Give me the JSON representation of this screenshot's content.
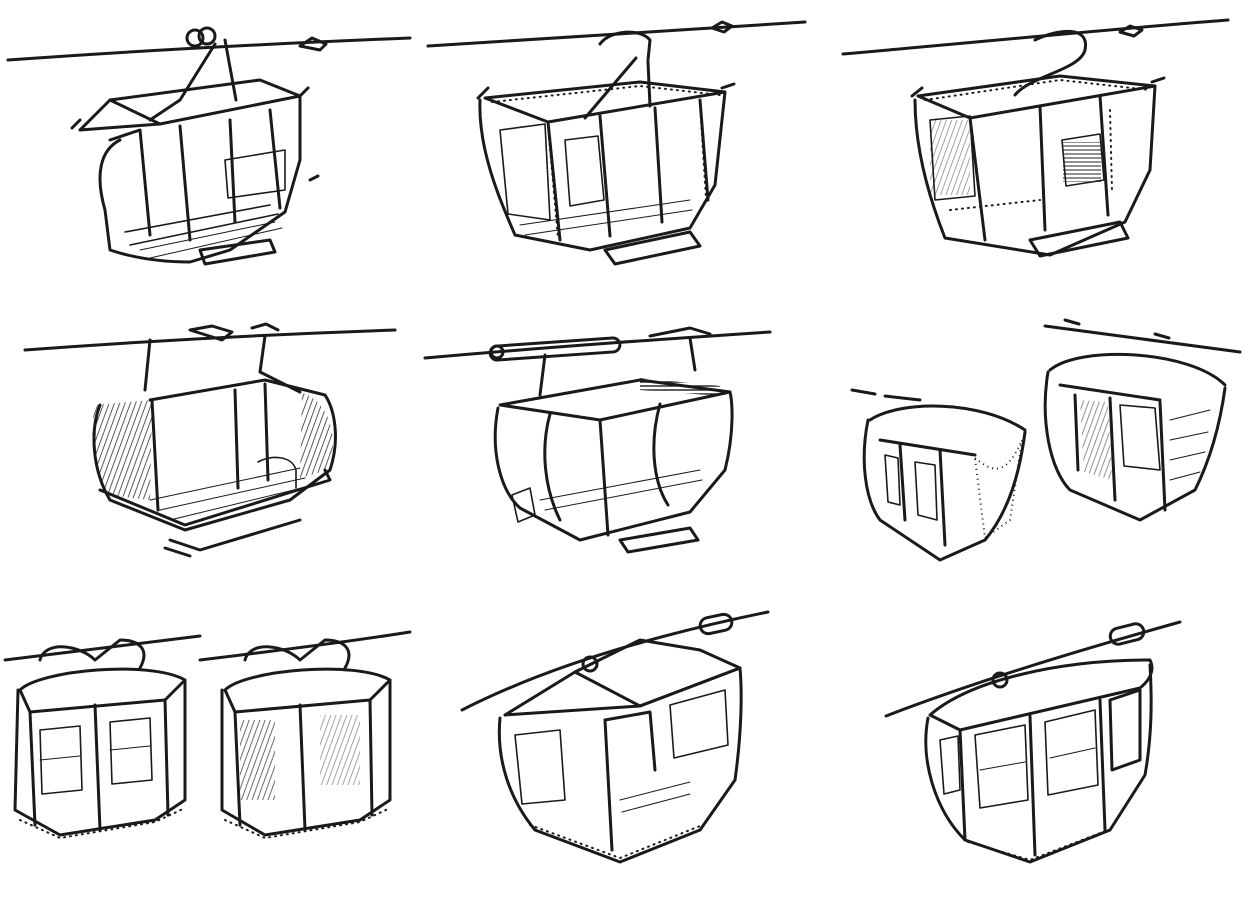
{
  "sheet": {
    "background": "#ffffff",
    "ink_color": "#1a1a1a",
    "sketches": [
      {
        "id": "sketch-1",
        "subject": "open-frame-cable-car-gondola",
        "row": 1,
        "col": 1
      },
      {
        "id": "sketch-2",
        "subject": "riveted-frame-cable-car-gondola",
        "row": 1,
        "col": 2
      },
      {
        "id": "sketch-3",
        "subject": "hatched-panel-cable-car-gondola",
        "row": 1,
        "col": 3
      },
      {
        "id": "sketch-4",
        "subject": "rounded-side-cable-car-gondola",
        "row": 2,
        "col": 1
      },
      {
        "id": "sketch-5",
        "subject": "curved-frame-cable-car-gondola",
        "row": 2,
        "col": 2
      },
      {
        "id": "sketch-6",
        "subject": "pair-of-tram-style-cabins",
        "row": 2,
        "col": 3
      },
      {
        "id": "sketch-7",
        "subject": "pair-of-box-cabins-with-roof-hangers",
        "row": 3,
        "col": 1
      },
      {
        "id": "sketch-8",
        "subject": "hip-roof-cabin-with-dark-door",
        "row": 3,
        "col": 2
      },
      {
        "id": "sketch-9",
        "subject": "rounded-roof-cabin",
        "row": 3,
        "col": 3
      }
    ]
  }
}
